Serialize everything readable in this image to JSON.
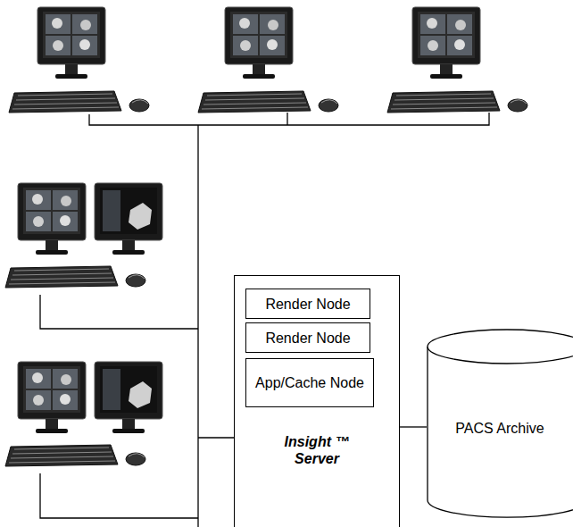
{
  "diagram": {
    "nodes": [
      {
        "text": [
          "Insight ™ Server"
        ]
      },
      {
        "text": [
          "Render Node"
        ],
        "in": 0
      },
      {
        "text": [
          "Render Node"
        ],
        "in": 0
      },
      {
        "text": [
          "App/Cache Node"
        ],
        "in": 0
      },
      {
        "text": [
          "PACS Archive"
        ]
      }
    ],
    "edges": [
      {
        "from": 0,
        "to": 4,
        "arrow": "none"
      }
    ]
  }
}
